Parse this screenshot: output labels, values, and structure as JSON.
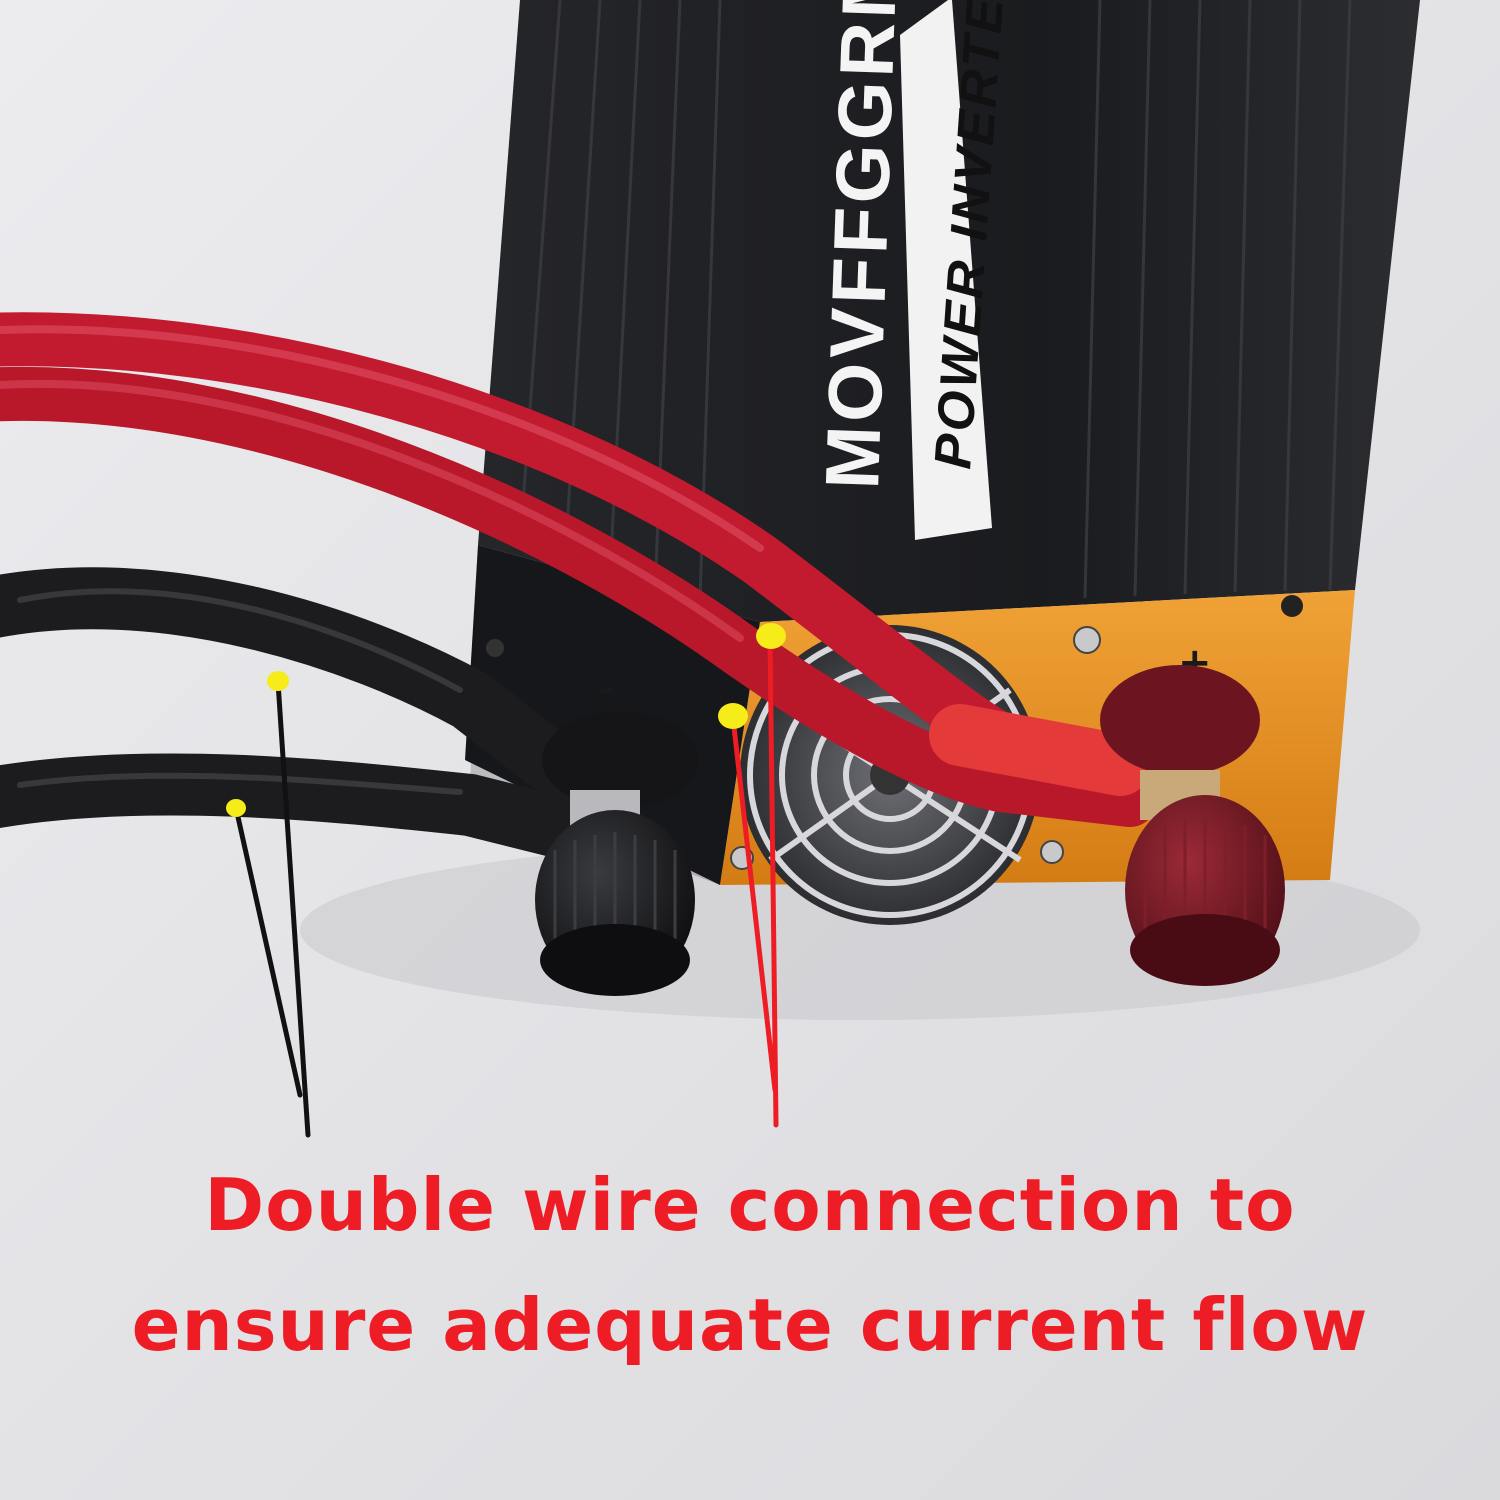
{
  "product": {
    "brand": "MOVFFGGRM",
    "label": "POWER INVERTER",
    "terminal_positive": "+",
    "terminal_negative": "-"
  },
  "caption": {
    "line1": "Double wire connection to",
    "line2": "ensure adequate current flow"
  },
  "colors": {
    "caption": "#ee1c25",
    "red_cable": "#c21a2e",
    "black_cable": "#1c1c1e",
    "housing": "#1b1c1f",
    "end_plate": "#e38c1e",
    "marker_dot": "#f6ec1a"
  }
}
